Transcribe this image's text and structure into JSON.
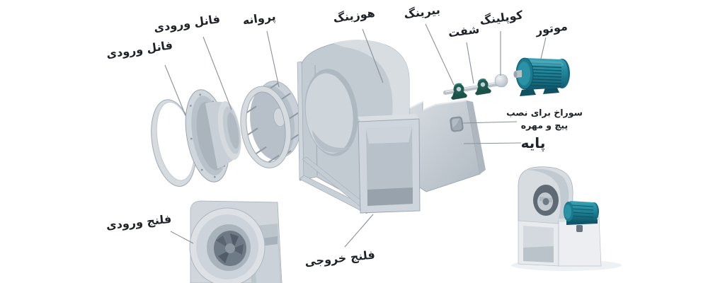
{
  "diagram": {
    "labels": {
      "funnel_inlet_left": "فانل ورودی",
      "funnel_inlet_right": "فانل ورودی",
      "impeller": "پروانه",
      "housing": "هوزینگ",
      "bearing": "بیرینگ",
      "shaft": "شفت",
      "coupling": "کوپلینگ",
      "motor": "موتور",
      "bolt_hole_note_line1": "سوراخ برای نصب",
      "bolt_hole_note_line2": "پیچ و مهره",
      "base": "پایه",
      "inlet_flange": "فلنج ورودی",
      "outlet_flange": "فلنج خروجی"
    },
    "colors": {
      "background": "#ffffff",
      "part_gray": "#c9d0d8",
      "part_gray_light": "#dde2e7",
      "part_gray_dark": "#a9b2bc",
      "motor_teal": "#1f8296",
      "motor_teal_dark": "#0f5668",
      "bearing_teal": "#1e5c52",
      "label_text": "#1f2227",
      "leader_line": "#8a9097"
    }
  }
}
